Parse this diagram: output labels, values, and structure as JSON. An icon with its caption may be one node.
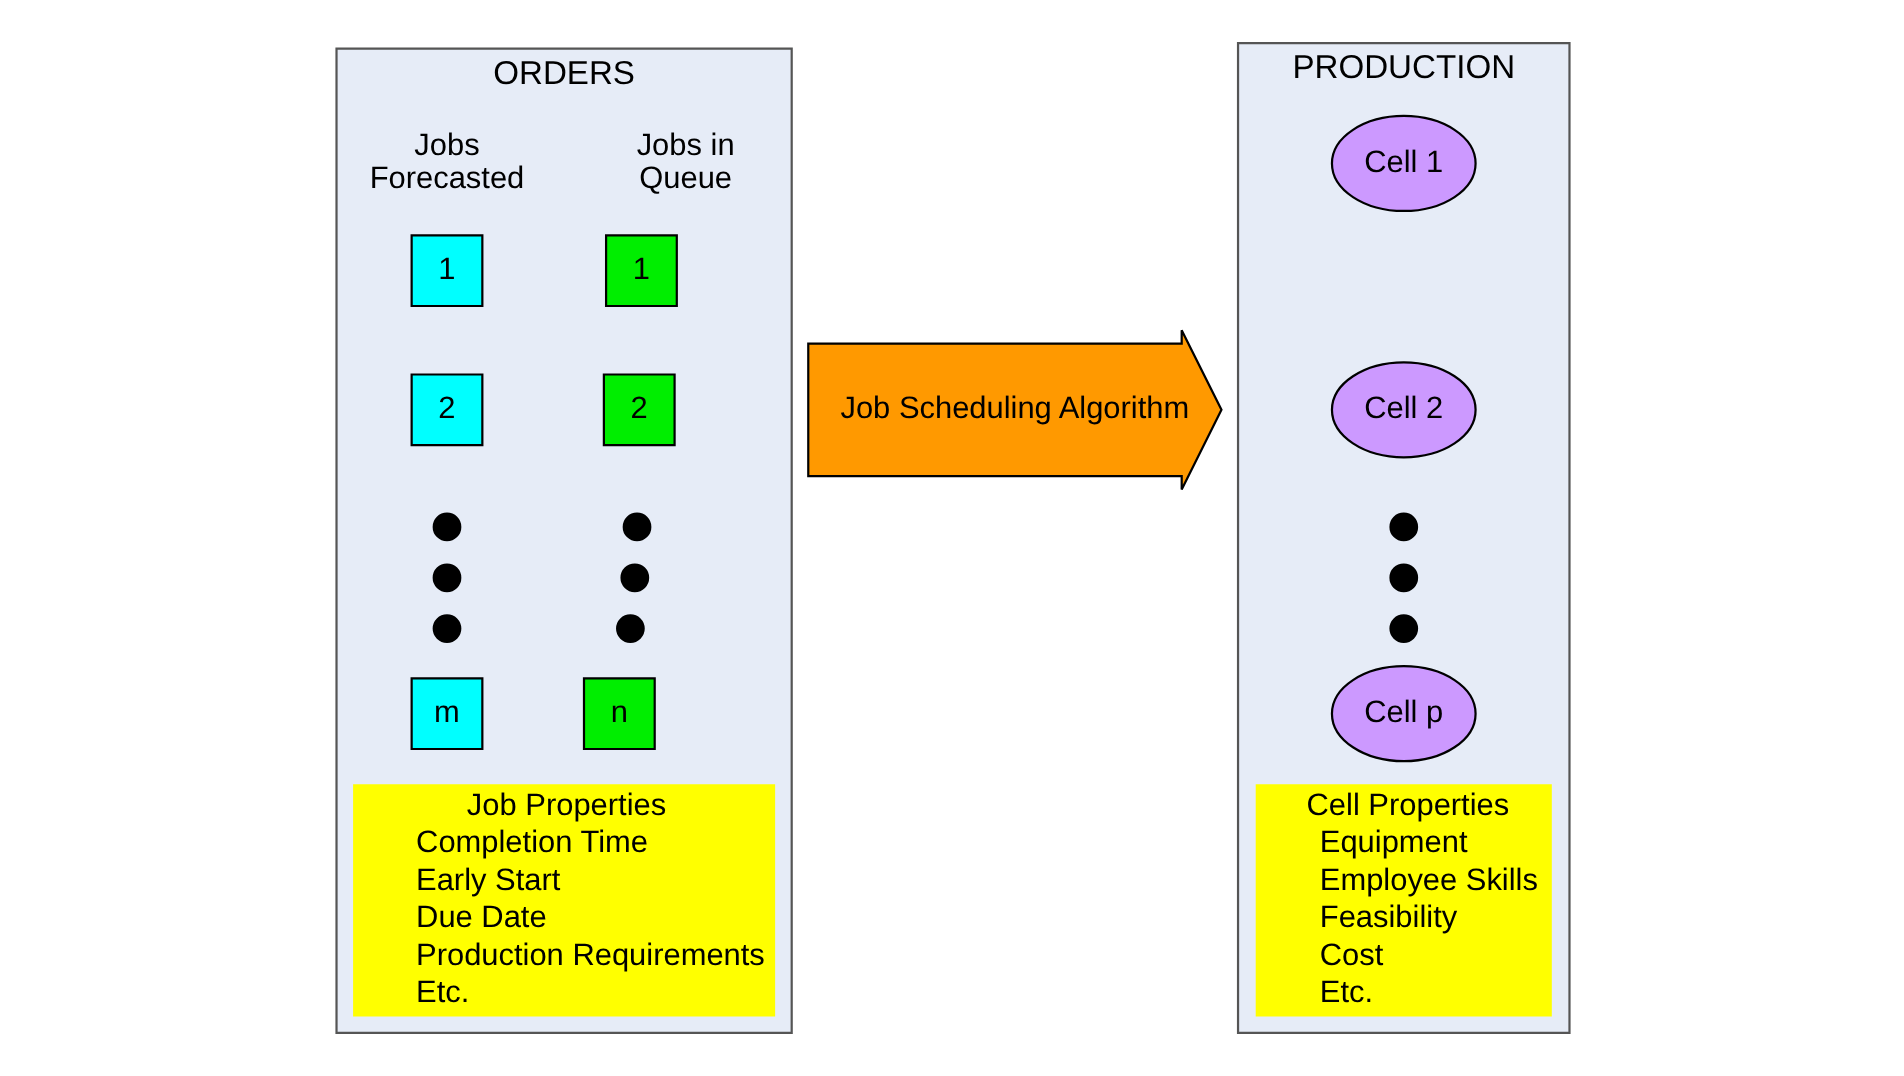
{
  "diagram": {
    "nodes": [
      {
        "text": [
          "ORDERS"
        ]
      },
      {
        "text": [
          "1"
        ],
        "in": 0
      },
      {
        "text": [
          "2"
        ],
        "in": 0
      },
      {
        "text": [],
        "shape": "circle",
        "in": 0
      },
      {
        "text": [],
        "shape": "circle",
        "in": 0
      },
      {
        "text": [],
        "shape": "circle",
        "in": 0
      },
      {
        "text": [
          "n"
        ],
        "in": 0
      },
      {
        "text": [
          "1"
        ],
        "in": 0
      },
      {
        "text": [
          "2"
        ],
        "in": 0
      },
      {
        "text": [],
        "shape": "circle",
        "in": 0
      },
      {
        "text": [],
        "shape": "circle",
        "in": 0
      },
      {
        "text": [],
        "shape": "circle",
        "in": 0
      },
      {
        "text": [
          "m"
        ],
        "in": 0
      },
      {
        "text": [
          "Job Properties",
          "Completion Time",
          "Early Start",
          "Due Date",
          "Production Requirements",
          "Etc."
        ],
        "in": 0
      },
      {
        "text": [
          "Job Scheduling Algorithm"
        ]
      },
      {
        "text": [
          "PRODUCTION"
        ]
      },
      {
        "text": [
          "Cell 1"
        ],
        "in": 15
      },
      {
        "text": [
          "Cell 2"
        ],
        "in": 15
      },
      {
        "text": [],
        "shape": "circle",
        "in": 15
      },
      {
        "text": [],
        "shape": "circle",
        "in": 15
      },
      {
        "text": [],
        "shape": "circle",
        "in": 15
      },
      {
        "text": [
          "Cell p"
        ],
        "in": 15
      },
      {
        "text": [
          "Cell Properties",
          "Equipment",
          "Employee Skills",
          "Feasibility",
          "Cost",
          "Etc."
        ],
        "in": 15
      }
    ],
    "edges": [],
    "labels": [
      "Jobs in Queue",
      "Jobs Forecasted"
    ]
  }
}
